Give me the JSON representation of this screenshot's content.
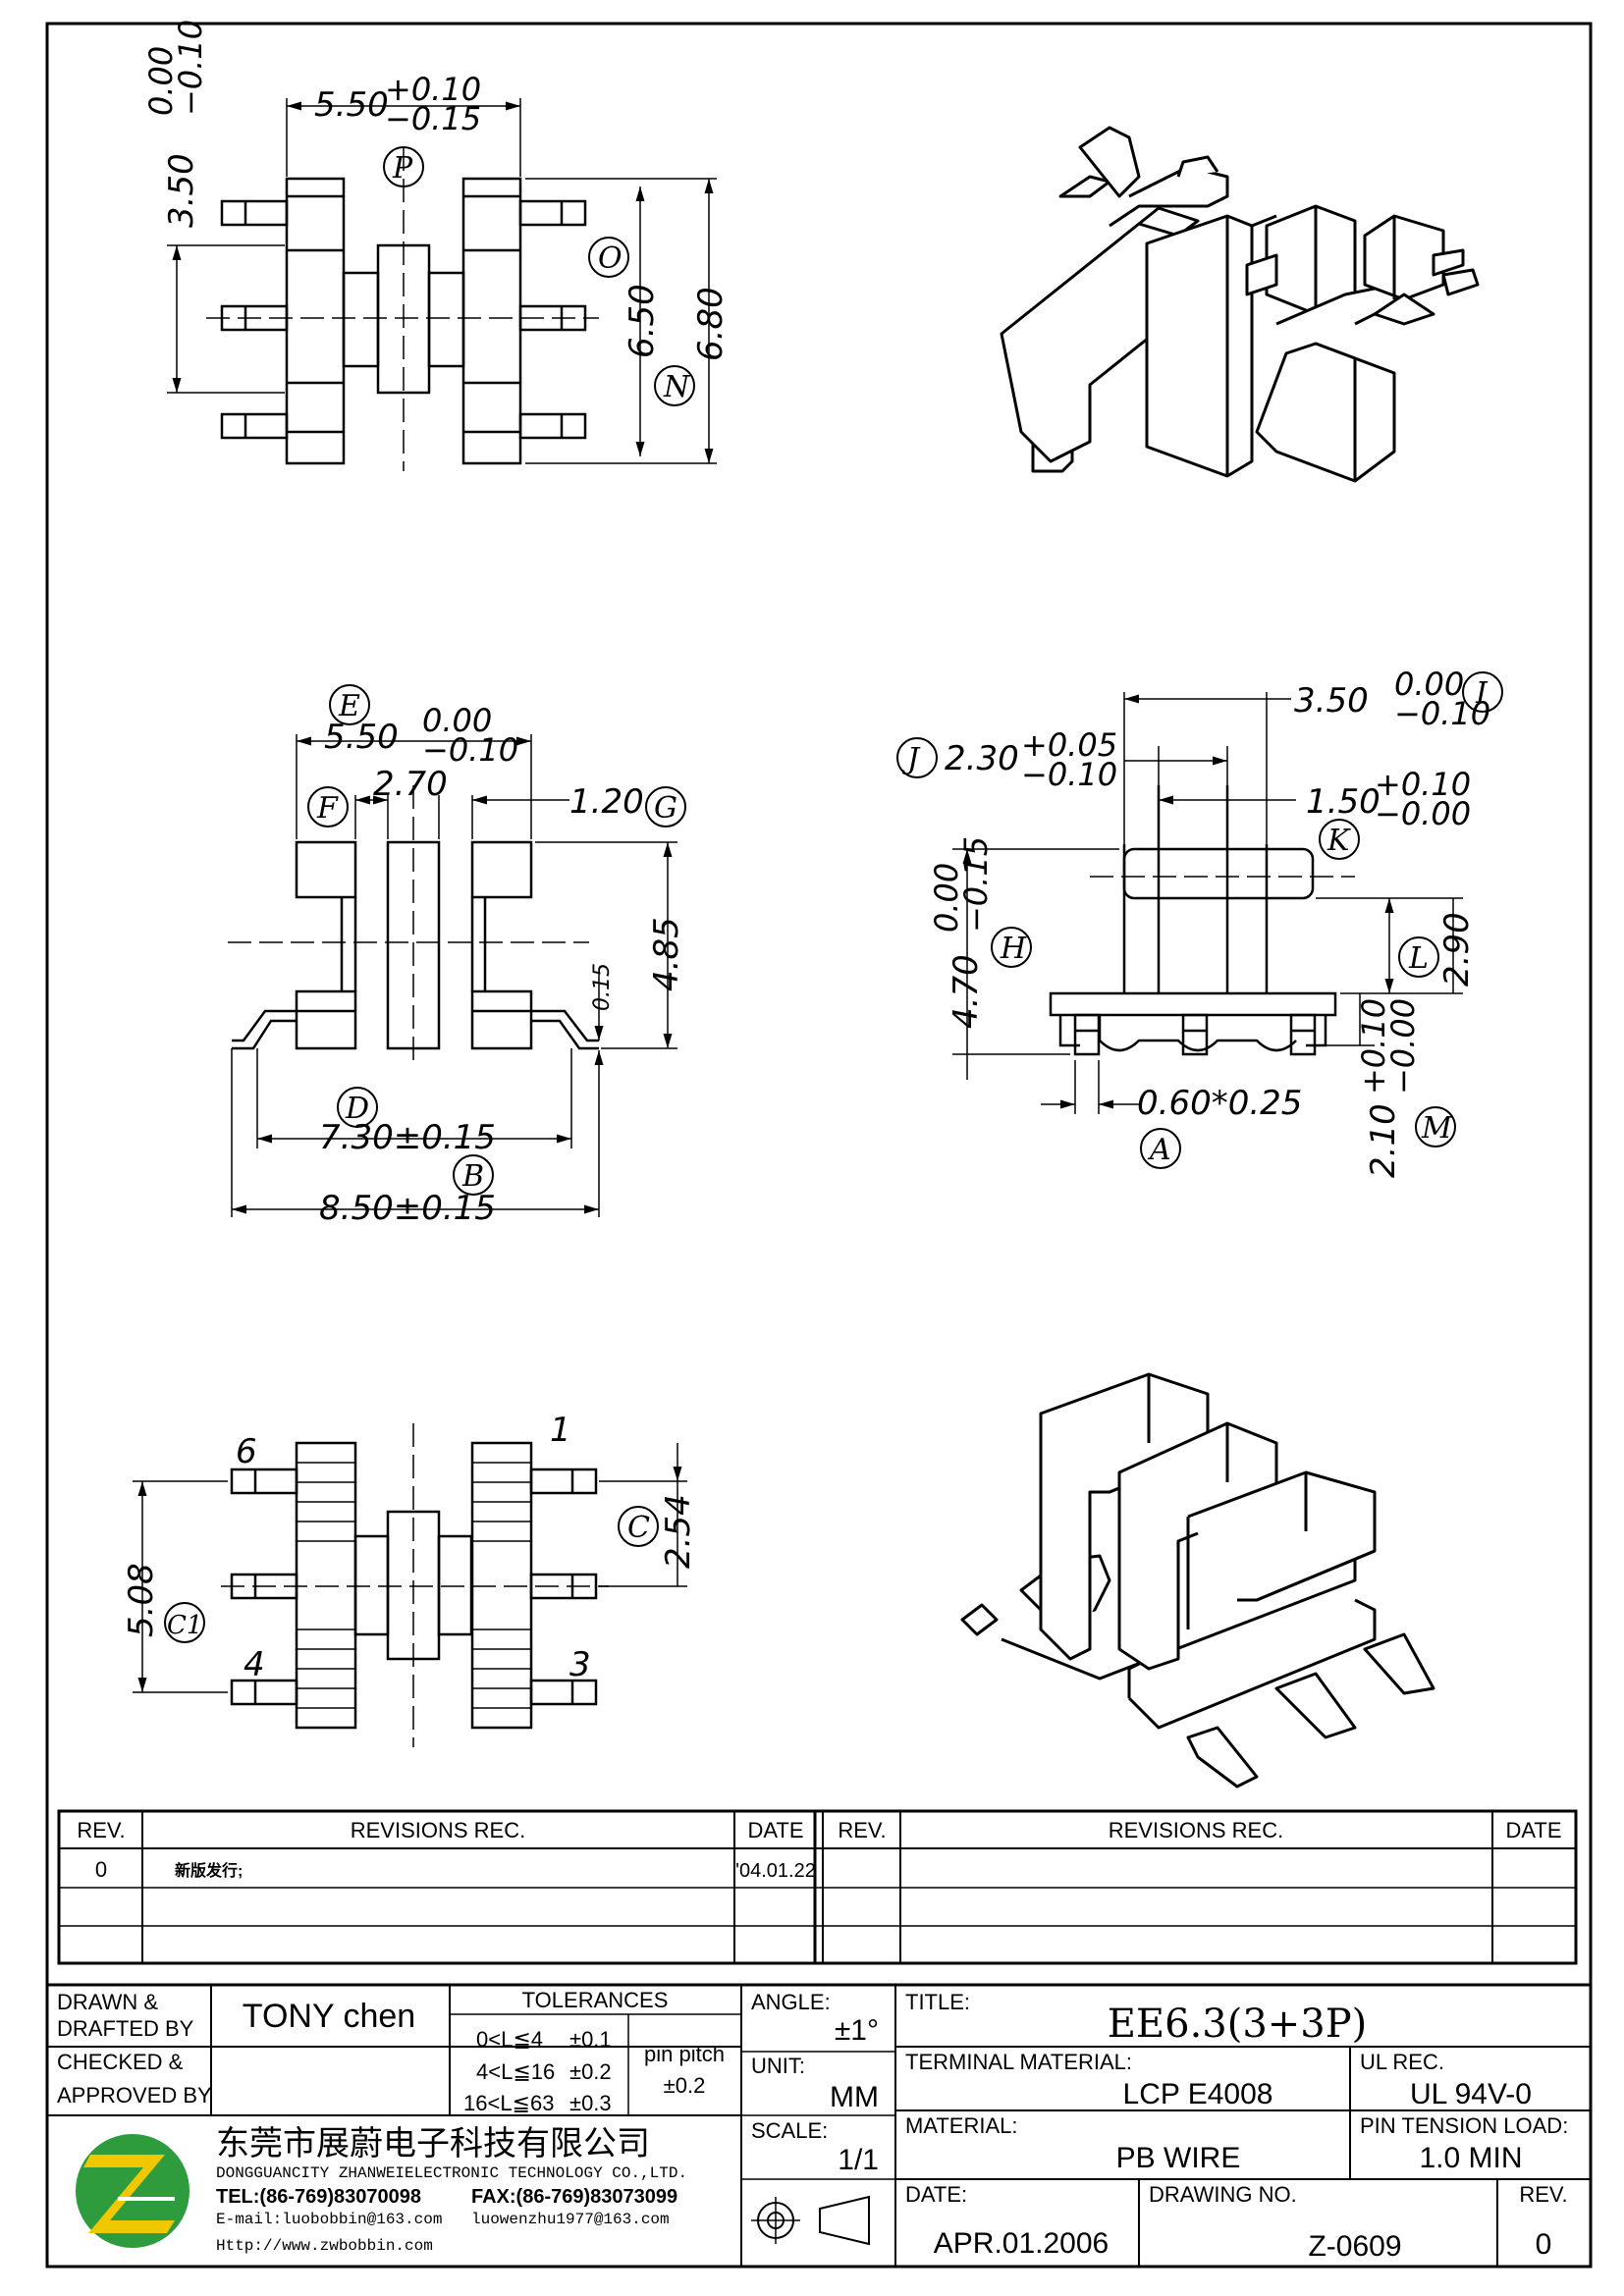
{
  "dimensions": {
    "top": {
      "width": "5.50",
      "width_tol_plus": "+0.10",
      "width_tol_minus": "−0.15",
      "pin_offset": "3.50",
      "pin_offset_tol_a": "0.00",
      "pin_offset_tol_b": "−0.10",
      "height_inner": "6.50",
      "height_outer": "6.80",
      "label_p": "P",
      "label_o": "O",
      "label_n": "N"
    },
    "front": {
      "width": "5.50",
      "width_tol_a": "0.00",
      "width_tol_b": "−0.10",
      "center": "2.70",
      "flange": "1.20",
      "height": "4.85",
      "gap": "0.15",
      "span_inner": "7.30±0.15",
      "span_outer": "8.50±0.15",
      "label_e": "E",
      "label_f": "F",
      "label_g": "G",
      "label_d": "D",
      "label_b": "B"
    },
    "side": {
      "width": "3.50",
      "width_tol_a": "0.00",
      "width_tol_b": "−0.10",
      "core": "2.30",
      "core_tol_plus": "+0.05",
      "core_tol_minus": "−0.10",
      "inner": "1.50",
      "inner_tol_plus": "+0.10",
      "inner_tol_minus": "−0.00",
      "body_h": "2.90",
      "total_h": "4.70",
      "total_h_tol_a": "0.00",
      "total_h_tol_b": "−0.15",
      "pin": "0.60*0.25",
      "base_h": "2.10",
      "base_h_tol_plus": "+0.10",
      "base_h_tol_minus": "−0.00",
      "label_i": "I",
      "label_j": "J",
      "label_k": "K",
      "label_l": "L",
      "label_h": "H",
      "label_a": "A",
      "label_m": "M"
    },
    "bottom": {
      "pitch": "2.54",
      "pitch_total": "5.08",
      "pin1": "1",
      "pin3": "3",
      "pin4": "4",
      "pin6": "6",
      "label_c": "C",
      "label_c1": "C1"
    }
  },
  "revisions": {
    "headers": {
      "rev": "REV.",
      "rec": "REVISIONS    REC.",
      "date": "DATE"
    },
    "rows": [
      {
        "rev": "0",
        "rec": "新版发行;",
        "date": "'04.01.22"
      }
    ]
  },
  "titleblock": {
    "drawn_label_1": "DRAWN  &",
    "drawn_label_2": "DRAFTED  BY",
    "drawn_value": "TONY  chen",
    "checked_label_1": "CHECKED  &",
    "checked_label_2": "APPROVED  BY",
    "tolerances_label": "TOLERANCES",
    "tol_rows": [
      {
        "range": "0<L≦4",
        "tol": "±0.1"
      },
      {
        "range": "4<L≦16",
        "tol": "±0.2"
      },
      {
        "range": "16<L≦63",
        "tol": "±0.3"
      }
    ],
    "pin_pitch_label": "pin  pitch",
    "pin_pitch_tol": "±0.2",
    "angle_label": "ANGLE:",
    "angle_value": "±1°",
    "unit_label": "UNIT:",
    "unit_value": "MM",
    "scale_label": "SCALE:",
    "scale_value": "1/1",
    "title_label": "TITLE:",
    "title_value": "EE6.3(3+3P)",
    "terminal_label": "TERMINAL  MATERIAL:",
    "terminal_value": "LCP  E4008",
    "ul_label": "UL  REC.",
    "ul_value": "UL  94V-0",
    "material_label": "MATERIAL:",
    "material_value": "PB  WIRE",
    "pin_tension_label": "PIN  TENSION  LOAD:",
    "pin_tension_value": "1.0  MIN",
    "date_label": "DATE:",
    "date_value": "APR.01.2006",
    "drawing_no_label": "DRAWING  NO.",
    "drawing_no_value": "Z-0609",
    "rev_label": "REV.",
    "rev_value": "0"
  },
  "company": {
    "name_cn": "东莞市展蔚电子科技有限公司",
    "name_en": "DONGGUANCITY  ZHANWEIELECTRONIC  TECHNOLOGY  CO.,LTD.",
    "tel": "TEL:(86-769)83070098",
    "fax": "FAX:(86-769)83073099",
    "email": "E-mail:luobobbin@163.com",
    "email2": "luowenzhu1977@163.com",
    "web": "Http://www.zwbobbin.com",
    "logo_color_1": "#2e9c3c",
    "logo_color_2": "#f0c800"
  }
}
